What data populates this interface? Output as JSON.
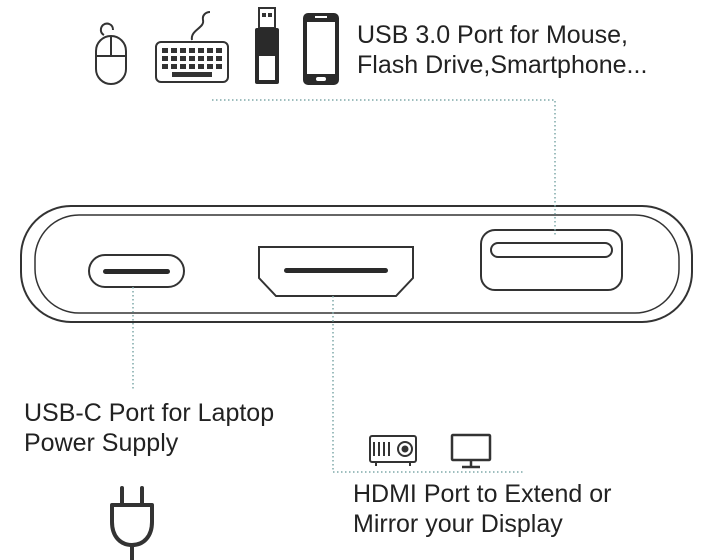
{
  "labels": {
    "usb3": {
      "line1": "USB 3.0 Port for Mouse,",
      "line2": "Flash Drive,Smartphone..."
    },
    "usbc": {
      "line1": "USB-C Port for Laptop",
      "line2": "Power Supply"
    },
    "hdmi": {
      "line1": "HDMI Port to Extend or",
      "line2": "Mirror your Display"
    }
  },
  "icons": {
    "usb3_devices": [
      "mouse-icon",
      "keyboard-icon",
      "flash-drive-icon",
      "smartphone-icon"
    ],
    "hdmi_devices": [
      "projector-icon",
      "monitor-icon"
    ],
    "usbc_device": "power-plug-icon"
  },
  "colors": {
    "outline": "#333333",
    "leader_line": "#7fa9a9",
    "text": "#222222"
  }
}
